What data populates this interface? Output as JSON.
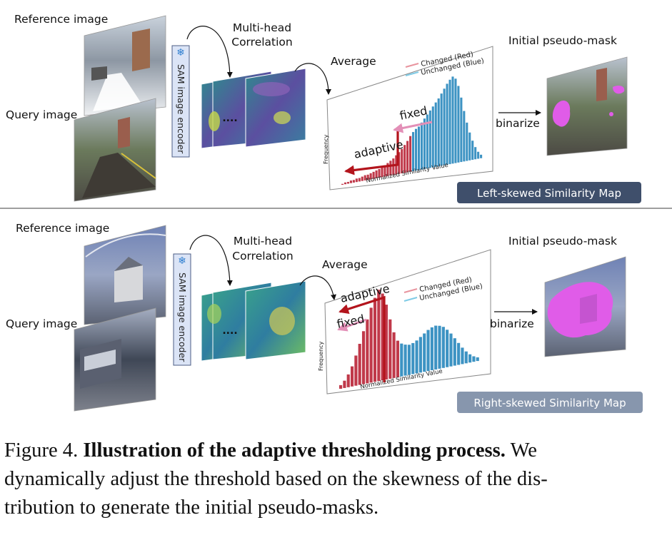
{
  "panels": [
    {
      "id": "top",
      "reference_label": "Reference image",
      "query_label": "Query image",
      "encoder_label": "SAM image encoder",
      "correlation_label_1": "Multi-head",
      "correlation_label_2": "Correlation",
      "ellipsis": "....",
      "average_label": "Average",
      "histogram": {
        "legend_changed": "Changed (Red)",
        "legend_unchanged": "Unchanged (Blue)",
        "xlabel": "Normalized Similarity Value",
        "ylabel": "Frequency",
        "changed_color": "#c0394a",
        "unchanged_color": "#3d93c3",
        "red_bins": [
          0.01,
          0.02,
          0.02,
          0.03,
          0.03,
          0.04,
          0.04,
          0.05,
          0.06,
          0.06,
          0.07,
          0.08,
          0.09,
          0.1,
          0.12,
          0.13,
          0.15,
          0.17,
          0.19,
          0.22,
          0.25,
          0.28,
          0.32,
          0.36,
          0.41
        ],
        "blue_bins": [
          0.45,
          0.48,
          0.5,
          0.54,
          0.58,
          0.62,
          0.66,
          0.7,
          0.74,
          0.78,
          0.83,
          0.88,
          0.93,
          0.97,
          1.0,
          0.97,
          0.88,
          0.74,
          0.58,
          0.44,
          0.32,
          0.22,
          0.14,
          0.08,
          0.04
        ]
      },
      "fixed_label": "fixed",
      "adaptive_label": "adaptive",
      "binarize_label": "binarize",
      "mask_label": "Initial pseudo-mask",
      "badge_label": "Left-skewed Similarity Map",
      "badge_color": "#3f4f6b"
    },
    {
      "id": "bottom",
      "reference_label": "Reference image",
      "query_label": "Query image",
      "encoder_label": "SAM image encoder",
      "correlation_label_1": "Multi-head",
      "correlation_label_2": "Correlation",
      "ellipsis": "....",
      "average_label": "Average",
      "histogram": {
        "legend_changed": "Changed (Red)",
        "legend_unchanged": "Unchanged (Blue)",
        "xlabel": "Normalized Similarity Value",
        "ylabel": "Frequency",
        "changed_color": "#c0394a",
        "unchanged_color": "#3d93c3",
        "red_bins": [
          0.04,
          0.08,
          0.14,
          0.22,
          0.33,
          0.45,
          0.58,
          0.7,
          0.82,
          0.92,
          1.0,
          0.95,
          0.82,
          0.65,
          0.5,
          0.4
        ],
        "blue_bins": [
          0.36,
          0.34,
          0.33,
          0.34,
          0.36,
          0.39,
          0.42,
          0.45,
          0.47,
          0.48,
          0.47,
          0.45,
          0.41,
          0.36,
          0.3,
          0.24,
          0.18,
          0.13,
          0.09,
          0.06,
          0.04
        ]
      },
      "fixed_label": "fixed",
      "adaptive_label": "adaptive",
      "binarize_label": "binarize",
      "mask_label": "Initial pseudo-mask",
      "badge_label": "Right-skewed Similarity Map",
      "badge_color": "#8796ad"
    }
  ],
  "colors": {
    "encoder_fill": "#dbe4f6",
    "encoder_stroke": "#4d5e86",
    "snowflake": "#2f7fd0",
    "mask_magenta": "#e05ce8",
    "arrow_red": "#b3141c",
    "arrow_pink": "#e38fb7"
  },
  "caption": {
    "prefix": "Figure 4.",
    "bold": "Illustration of the adaptive thresholding process.",
    "rest_line1": "We",
    "line2": "dynamically adjust the threshold based on the skewness of the dis-",
    "line3": "tribution to generate the initial pseudo-masks."
  }
}
